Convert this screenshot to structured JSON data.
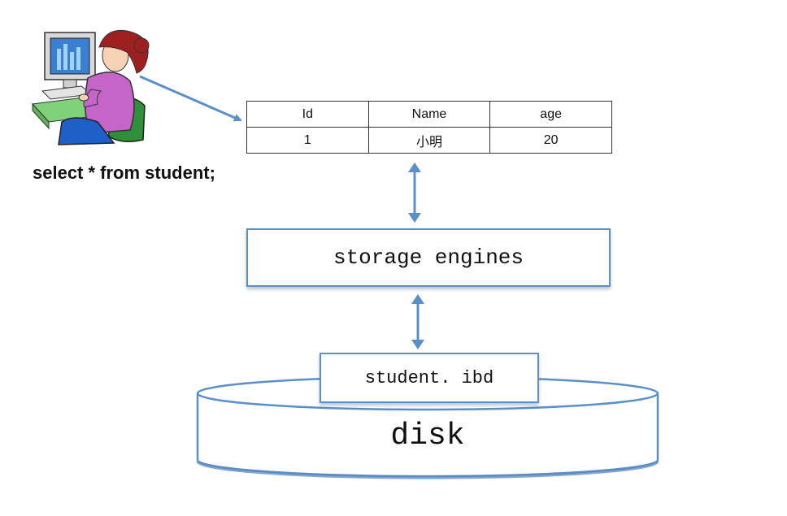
{
  "query": "select * from student;",
  "table": {
    "headers": [
      "Id",
      "Name",
      "age"
    ],
    "rows": [
      [
        "1",
        "小明",
        "20"
      ]
    ]
  },
  "engine_label": "storage engines",
  "file_label": "student. ibd",
  "disk_label": "disk",
  "colors": {
    "box_border": "#5b8fc9",
    "arrow": "#5b8fc9",
    "disk_fill": "#ffffff"
  },
  "icons": [
    "user-at-computer-icon"
  ]
}
